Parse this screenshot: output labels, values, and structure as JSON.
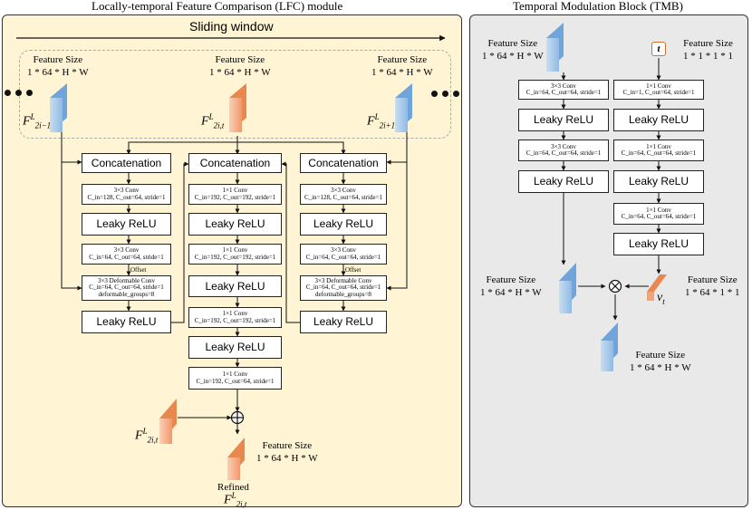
{
  "lfc": {
    "title": "Locally-temporal Feature Comparison (LFC) module",
    "sliding_window": "Sliding window",
    "feat_size_label": "Feature Size",
    "feat_size_value": "1 * 64 * H * W",
    "left": {
      "concat": "Concatenation",
      "conv1": [
        "3×3 Conv",
        "C_in=128, C_out=64, stride=1"
      ],
      "relu1": "Leaky ReLU",
      "conv2": [
        "3×3 Conv",
        "C_in=64, C_out=64, stride=1"
      ],
      "offset": "Offset",
      "deform": [
        "3×3 Deformable Conv",
        "C_in=64, C_out=64, stride=1",
        "deformable_groups=8"
      ],
      "relu2": "Leaky ReLU"
    },
    "middle": {
      "concat": "Concatenation",
      "conv1": [
        "1×1 Conv",
        "C_in=192, C_out=192, stride=1"
      ],
      "relu1": "Leaky ReLU",
      "conv2": [
        "1×1 Conv",
        "C_in=192, C_out=192, stride=1"
      ],
      "relu2": "Leaky ReLU",
      "conv3": [
        "1×1 Conv",
        "C_in=192, C_out=192, stride=1"
      ],
      "relu3": "Leaky ReLU",
      "conv4": [
        "1×1 Conv",
        "C_in=192, C_out=64, stride=1"
      ]
    },
    "right": {
      "concat": "Concatenation",
      "conv1": [
        "3×3 Conv",
        "C_in=128, C_out=64, stride=1"
      ],
      "relu1": "Leaky ReLU",
      "conv2": [
        "3×3 Conv",
        "C_in=64, C_out=64, stride=1"
      ],
      "offset": "Offset",
      "deform": [
        "3×3 Deformable Conv",
        "C_in=64, C_out=64, stride=1",
        "deformable_groups=8"
      ],
      "relu2": "Leaky ReLU"
    },
    "refined": "Refined",
    "output_size_label": "Feature Size",
    "output_size_value": "1 * 64 * H * W"
  },
  "tmb": {
    "title": "Temporal Modulation Block (TMB)",
    "input_label": "Feature Size",
    "input_value": "1 * 64 * H * W",
    "t_label": "Feature Size",
    "t_value": "1 * 1 * 1 * 1",
    "t_symbol": "t",
    "left": {
      "conv1": [
        "3×3 Conv",
        "C_in=64, C_out=64, stride=1"
      ],
      "relu1": "Leaky ReLU",
      "conv2": [
        "3×3 Conv",
        "C_in=64, C_out=64, stride=1"
      ],
      "relu2": "Leaky ReLU"
    },
    "right": {
      "conv1": [
        "1×1 Conv",
        "C_in=1, C_out=64, stride=1"
      ],
      "relu1": "Leaky ReLU",
      "conv2": [
        "1×1 Conv",
        "C_in=64, C_out=64, stride=1"
      ],
      "relu2": "Leaky ReLU",
      "conv3": [
        "1×1 Conv",
        "C_in=64, C_out=64, stride=1"
      ],
      "relu3": "Leaky ReLU"
    },
    "mid_left_label": "Feature Size",
    "mid_left_value": "1 * 64 * H * W",
    "v_symbol": "v",
    "v_sub": "t",
    "mid_right_label": "Feature Size",
    "mid_right_value": "1 * 64 * 1 * 1",
    "out_label": "Feature Size",
    "out_value": "1 * 64 * H * W"
  },
  "symbols": {
    "F": "F",
    "sup_L": "L",
    "sub_prev": "2i−1",
    "sub_cur": "2i,t",
    "sub_next": "2i+1"
  },
  "colors": {
    "lfc_bg": "#fff4d4",
    "tmb_bg": "#e9e9e9",
    "blue_block": "#9ec6ea",
    "orange_block": "#f3a37a"
  }
}
